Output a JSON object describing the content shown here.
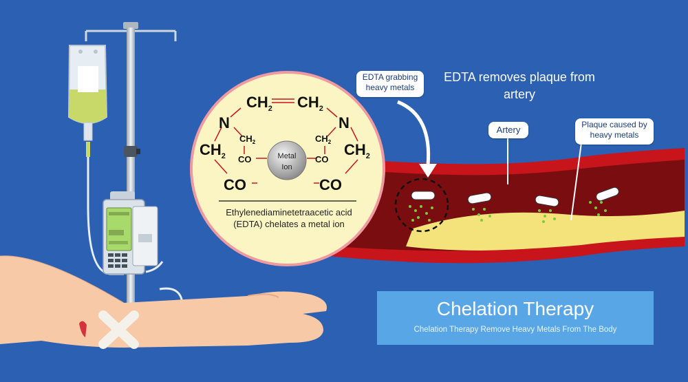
{
  "chemistry": {
    "atoms": {
      "ch2_left_top": "CH",
      "ch2_right_top": "CH",
      "sub_2": "2",
      "n_left": "N",
      "n_right": "N",
      "ch2_left_big": "CH",
      "ch2_right_big": "CH",
      "ch2_left_small": "CH",
      "ch2_right_small": "CH",
      "co_small": "CO",
      "co_big": "CO"
    },
    "metal_ion_line1": "Metal",
    "metal_ion_line2": "Ion",
    "caption": "Ethylenediaminetetraacetic acid (EDTA) chelates a metal ion"
  },
  "callouts": {
    "edta_grabbing": "EDTA grabbing heavy metals",
    "artery": "Artery",
    "plaque": "Plaque caused by heavy metals"
  },
  "plaque_title": "EDTA removes plaque from artery",
  "title_box": {
    "title": "Chelation Therapy",
    "subtitle": "Chelation Therapy Remove Heavy Metals From The Body"
  },
  "stock_id": "#326102426",
  "colors": {
    "background": "#2b60b2",
    "artery_outer": "#c8151b",
    "artery_inner": "#7a0d10",
    "plaque": "#f4e27a",
    "lens": "#fbf5c4",
    "title_box": "#58a6e6",
    "iv_fluid": "#c8d96a",
    "skin": "#f7c9a6"
  }
}
